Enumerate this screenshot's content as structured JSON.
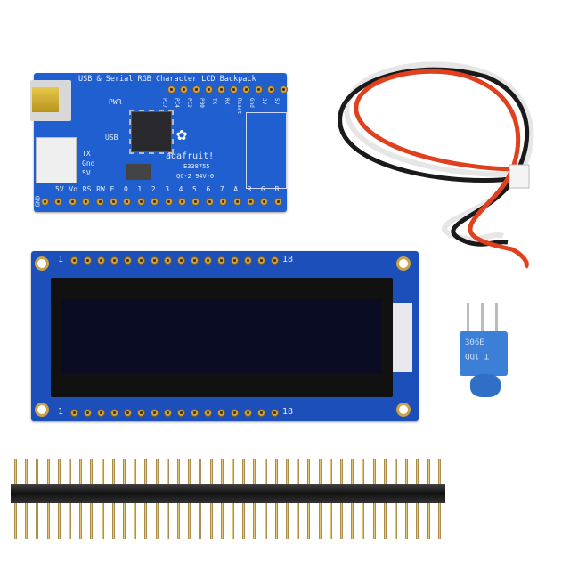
{
  "backpack": {
    "title": "USB & Serial RGB Character LCD Backpack",
    "brand": "adafruit!",
    "serial": "E338755",
    "cert": "QC-2  94V-0",
    "labels": {
      "pwr": "PWR",
      "usb": "USB",
      "tx": "TX",
      "gnd": "Gnd",
      "v5": "5V",
      "gnd_side": "GND"
    },
    "top_pins": [
      "PC7",
      "PC4",
      "PC2",
      "PB0",
      "TX",
      "RX",
      "Reset",
      "Gnd",
      "3V",
      "5V"
    ],
    "bottom_pins": [
      "5V",
      "Vo",
      "RS",
      "RW",
      "E",
      "0",
      "1",
      "2",
      "3",
      "4",
      "5",
      "6",
      "7",
      "A",
      "R",
      "G",
      "B"
    ]
  },
  "lcd": {
    "pin_first": "1",
    "pin_last": "18"
  },
  "potentiometer": {
    "code_1": "306E",
    "code_2": "T 1DD"
  },
  "colors": {
    "pcb_blue": "#1f5fd0",
    "gold": "#c9a24a",
    "wire_red": "#e0401e",
    "wire_black": "#1a1a1a",
    "wire_white": "#f2f2f2"
  }
}
